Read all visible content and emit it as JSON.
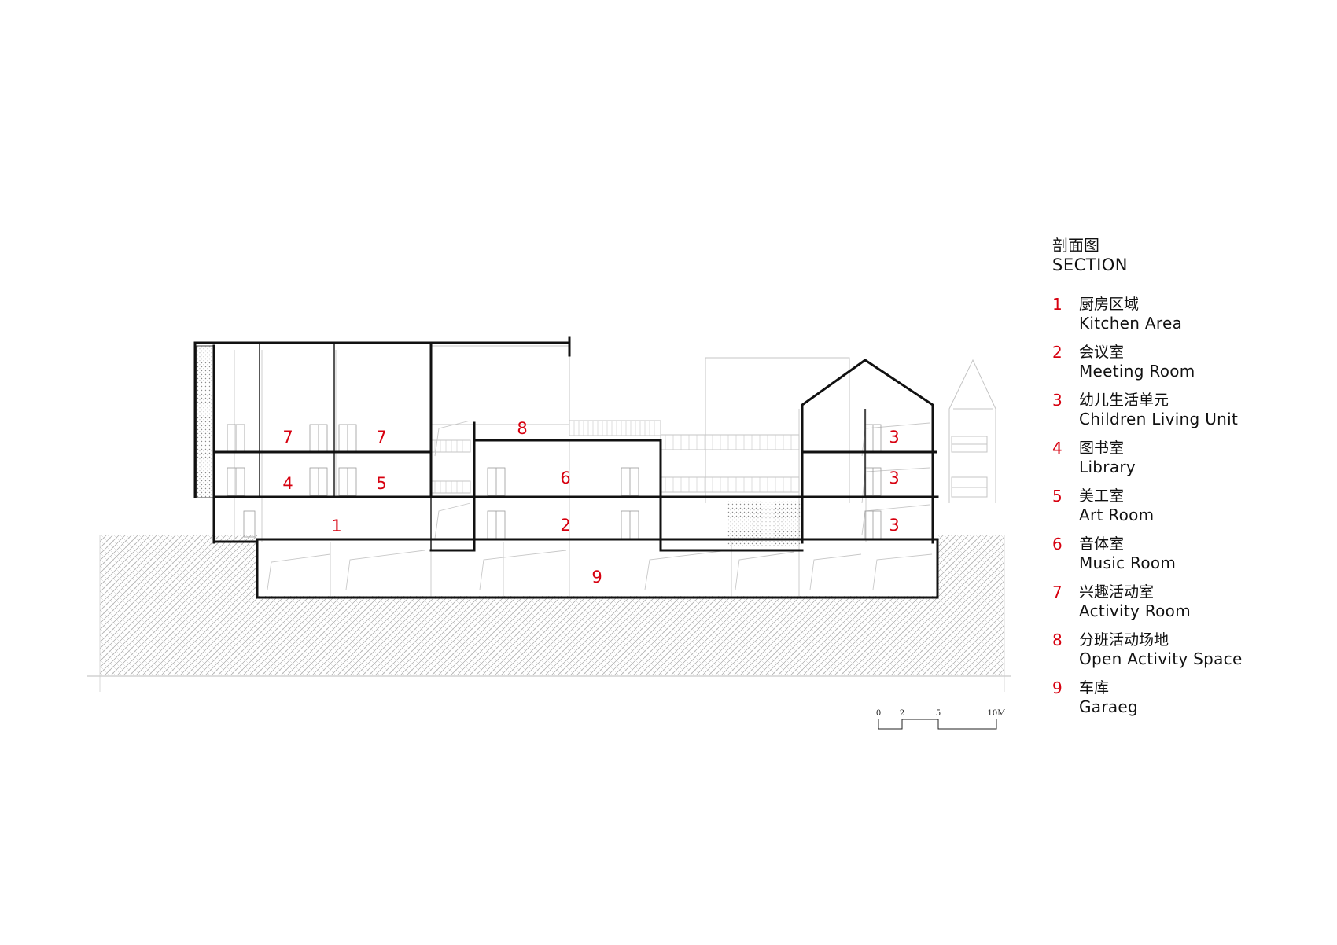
{
  "legend": {
    "title_cn": "剖面图",
    "title_en": "SECTION",
    "items": [
      {
        "num": "1",
        "cn": "厨房区域",
        "en": "Kitchen Area"
      },
      {
        "num": "2",
        "cn": "会议室",
        "en": "Meeting Room"
      },
      {
        "num": "3",
        "cn": "幼儿生活单元",
        "en": "Children Living Unit"
      },
      {
        "num": "4",
        "cn": "图书室",
        "en": "Library"
      },
      {
        "num": "5",
        "cn": "美工室",
        "en": "Art Room"
      },
      {
        "num": "6",
        "cn": "音体室",
        "en": "Music Room"
      },
      {
        "num": "7",
        "cn": "兴趣活动室",
        "en": "Activity Room"
      },
      {
        "num": "8",
        "cn": "分班活动场地",
        "en": "Open Activity Space"
      },
      {
        "num": "9",
        "cn": "车库",
        "en": "Garaeg"
      }
    ]
  },
  "section": {
    "room_tags": [
      "7",
      "7",
      "4",
      "5",
      "1",
      "8",
      "6",
      "2",
      "3",
      "3",
      "3",
      "9"
    ]
  },
  "scale_bar": {
    "ticks": [
      "0",
      "2",
      "5",
      "10M"
    ]
  },
  "colors": {
    "tag": "#d7000f",
    "line": "#111111",
    "light_line": "#bdbdbd",
    "hatch": "#9a9a9a"
  }
}
